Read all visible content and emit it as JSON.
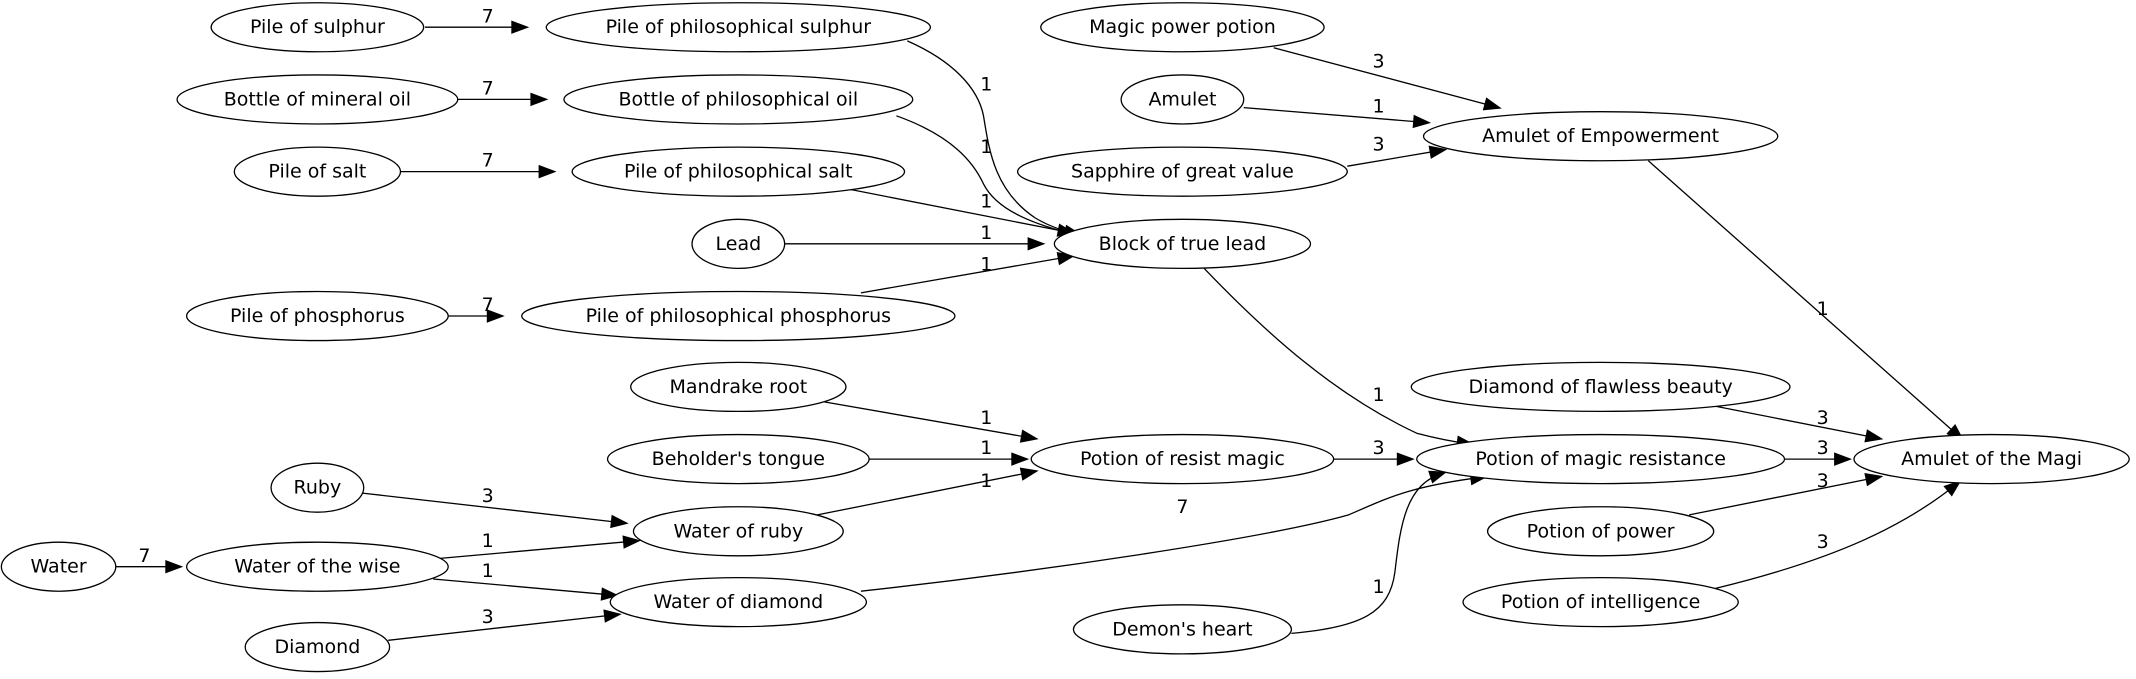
{
  "nodes": {
    "pile_sulphur": "Pile of sulphur",
    "phil_sulphur": "Pile of philosophical sulphur",
    "mineral_oil": "Bottle of mineral oil",
    "phil_oil": "Bottle of philosophical oil",
    "pile_salt": "Pile of salt",
    "phil_salt": "Pile of philosophical salt",
    "lead": "Lead",
    "pile_phosphorus": "Pile of phosphorus",
    "phil_phosphorus": "Pile of philosophical phosphorus",
    "block_lead": "Block of true lead",
    "magic_power_potion": "Magic power potion",
    "amulet": "Amulet",
    "sapphire": "Sapphire of great value",
    "amulet_empowerment": "Amulet of Empowerment",
    "mandrake": "Mandrake root",
    "beholder": "Beholder's tongue",
    "ruby": "Ruby",
    "water": "Water",
    "water_wise": "Water of the wise",
    "diamond": "Diamond",
    "water_ruby": "Water of ruby",
    "water_diamond": "Water of diamond",
    "potion_resist": "Potion of resist magic",
    "potion_magic_res": "Potion of magic resistance",
    "demons_heart": "Demon's heart",
    "diamond_flawless": "Diamond of flawless beauty",
    "potion_power": "Potion of power",
    "potion_intel": "Potion of intelligence",
    "amulet_magi": "Amulet of the Magi"
  },
  "edges": [
    {
      "from": "pile_sulphur",
      "to": "phil_sulphur",
      "label": "7"
    },
    {
      "from": "mineral_oil",
      "to": "phil_oil",
      "label": "7"
    },
    {
      "from": "pile_salt",
      "to": "phil_salt",
      "label": "7"
    },
    {
      "from": "pile_phosphorus",
      "to": "phil_phosphorus",
      "label": "7"
    },
    {
      "from": "phil_sulphur",
      "to": "block_lead",
      "label": "1"
    },
    {
      "from": "phil_oil",
      "to": "block_lead",
      "label": "1"
    },
    {
      "from": "phil_salt",
      "to": "block_lead",
      "label": "1"
    },
    {
      "from": "lead",
      "to": "block_lead",
      "label": "1"
    },
    {
      "from": "phil_phosphorus",
      "to": "block_lead",
      "label": "1"
    },
    {
      "from": "magic_power_potion",
      "to": "amulet_empowerment",
      "label": "3"
    },
    {
      "from": "amulet",
      "to": "amulet_empowerment",
      "label": "1"
    },
    {
      "from": "sapphire",
      "to": "amulet_empowerment",
      "label": "3"
    },
    {
      "from": "amulet_empowerment",
      "to": "amulet_magi",
      "label": "1"
    },
    {
      "from": "block_lead",
      "to": "potion_magic_res",
      "label": "1"
    },
    {
      "from": "mandrake",
      "to": "potion_resist",
      "label": "1"
    },
    {
      "from": "beholder",
      "to": "potion_resist",
      "label": "1"
    },
    {
      "from": "water_ruby",
      "to": "potion_resist",
      "label": "1"
    },
    {
      "from": "ruby",
      "to": "water_ruby",
      "label": "3"
    },
    {
      "from": "water",
      "to": "water_wise",
      "label": "7"
    },
    {
      "from": "water_wise",
      "to": "water_ruby",
      "label": "1"
    },
    {
      "from": "water_wise",
      "to": "water_diamond",
      "label": "1"
    },
    {
      "from": "diamond",
      "to": "water_diamond",
      "label": "3"
    },
    {
      "from": "potion_resist",
      "to": "potion_magic_res",
      "label": "3"
    },
    {
      "from": "water_diamond",
      "to": "potion_magic_res",
      "label": "7"
    },
    {
      "from": "demons_heart",
      "to": "potion_magic_res",
      "label": "1"
    },
    {
      "from": "diamond_flawless",
      "to": "amulet_magi",
      "label": "3"
    },
    {
      "from": "potion_magic_res",
      "to": "amulet_magi",
      "label": "3"
    },
    {
      "from": "potion_power",
      "to": "amulet_magi",
      "label": "3"
    },
    {
      "from": "potion_intel",
      "to": "amulet_magi",
      "label": "3"
    }
  ]
}
